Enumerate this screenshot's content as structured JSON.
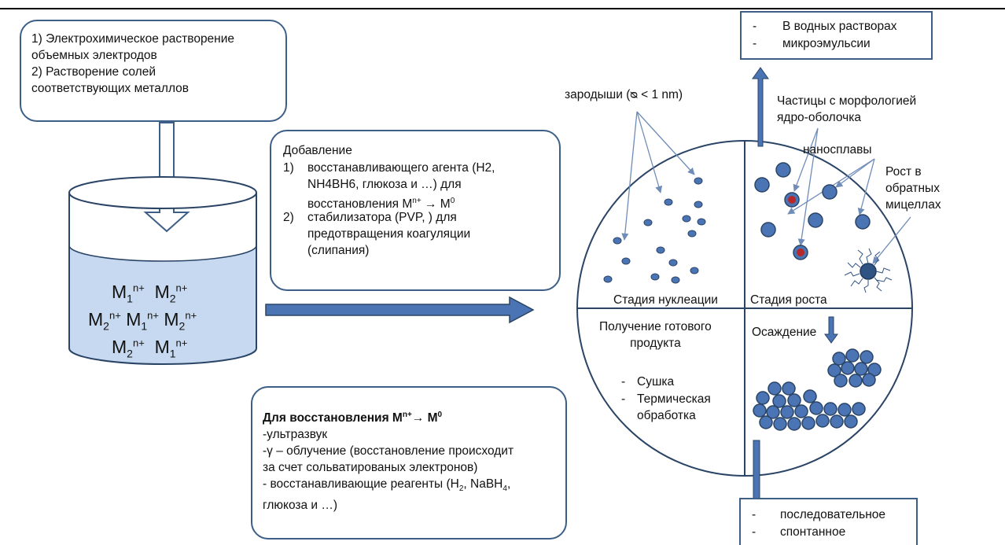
{
  "source_box": {
    "line1": "1) Электрохимическое растворение",
    "line2": "объемных электродов",
    "line3": "2) Растворение солей",
    "line4": "соответствующих металлов"
  },
  "beaker": {
    "row1": [
      {
        "m": "M",
        "sub": "1",
        "sup": "n+"
      },
      {
        "m": "M",
        "sub": "2",
        "sup": "n+"
      }
    ],
    "row2": [
      {
        "m": "M",
        "sub": "2",
        "sup": "n+"
      },
      {
        "m": "M",
        "sub": "1",
        "sup": "n+"
      },
      {
        "m": "M",
        "sub": "2",
        "sup": "n+"
      }
    ],
    "row3": [
      {
        "m": "M",
        "sub": "2",
        "sup": "n+"
      },
      {
        "m": "M",
        "sub": "1",
        "sup": "n+"
      }
    ]
  },
  "addition_box": {
    "title": "Добавление",
    "item1_num": "1)",
    "item1_l1": "восстанавливающего агента (H2,",
    "item1_l2": "NH4BH6, глюкоза и …) для",
    "item1_l3_pre": "восстановления M",
    "item1_l3_sup": "n+",
    "item1_l3_arrow": " → M",
    "item1_l3_sup2": "0",
    "item2_num": "2)",
    "item2_l1": "стабилизатора (PVP,  ) для",
    "item2_l2": "предотвращения коагуляции",
    "item2_l3": "(слипания)"
  },
  "reduction_box": {
    "title_pre": "Для восстановления M",
    "title_sup": "n+",
    "title_arrow": "→ M",
    "title_sup2": "0",
    "line1": "-ультразвук",
    "line2": "-γ – облучение (восстановление происходит",
    "line3": "за счет сольватированых электронов)",
    "line4_pre": "- восстанавливающие реагенты (H",
    "line4_sub": "2",
    "line4_mid": ", NaBH",
    "line4_sub2": "4",
    "line4_end": ",",
    "line5": "глюкоза и …)"
  },
  "top_right_box": {
    "item1_dash": "-",
    "item1": "В водных растворах",
    "item2_dash": "-",
    "item2": "микроэмульсии"
  },
  "bottom_right_box": {
    "item1_dash": "-",
    "item1": "последовательное",
    "item2_dash": "-",
    "item2": "спонтанное"
  },
  "circle": {
    "nuclei_label": "зародыши (ᴓ < 1 nm)",
    "core_shell_l1": "Частицы с морфологией",
    "core_shell_l2": "ядро-оболочка",
    "nanoalloys": "наносплавы",
    "reverse_l1": "Рост в",
    "reverse_l2": "обратных",
    "reverse_l3": "мицеллах",
    "nucleation_stage": "Стадия нуклеации",
    "growth_stage": "Стадия роста",
    "product_l1": "Получение готового",
    "product_l2": "продукта",
    "drying_dash": "-",
    "drying": "Сушка",
    "thermal_dash": "-",
    "thermal_l1": "Термическая",
    "thermal_l2": "обработка",
    "precipitation": "Осаждение"
  },
  "colors": {
    "accent": "#4a74b4",
    "dark_outline": "#2a4466",
    "liquid": "#c6d9f0",
    "core": "#b5292a",
    "box_border": "#3d5f87"
  }
}
